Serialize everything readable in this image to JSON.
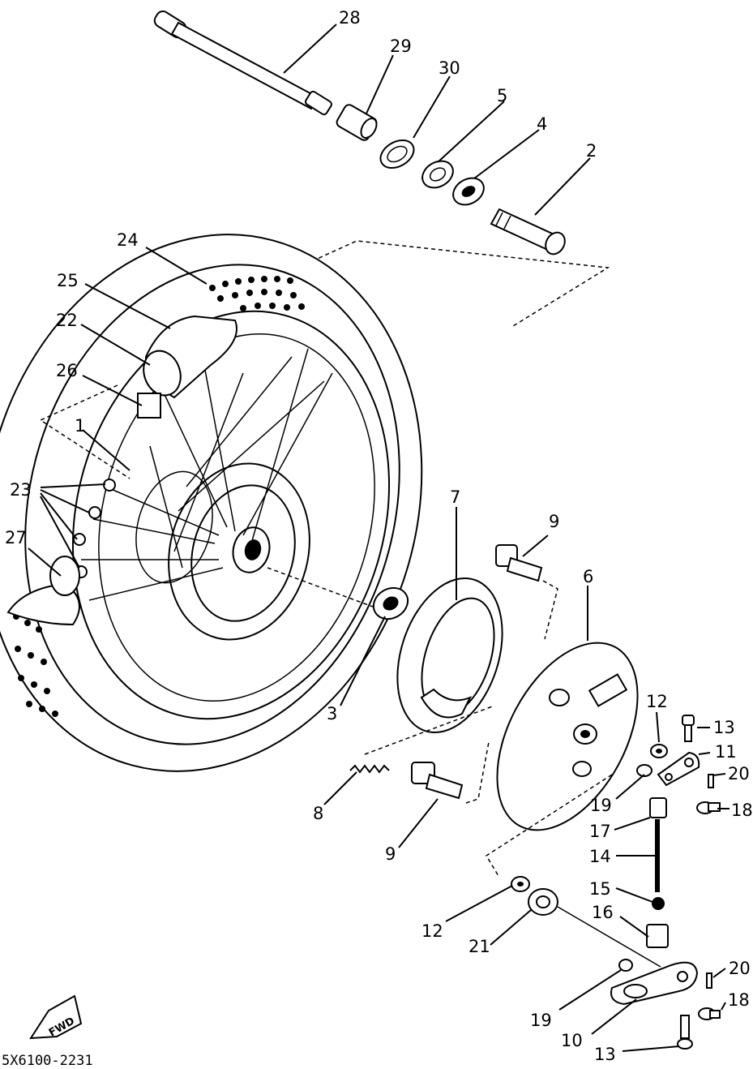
{
  "callouts": [
    "28",
    "29",
    "30",
    "5",
    "4",
    "2",
    "24",
    "25",
    "22",
    "26",
    "1",
    "23",
    "27",
    "7",
    "9",
    "6",
    "3",
    "8",
    "9",
    "12",
    "13",
    "11",
    "20",
    "19",
    "18",
    "17",
    "14",
    "15",
    "16",
    "12",
    "21",
    "20",
    "18",
    "19",
    "10",
    "13"
  ],
  "diagram_code": "5X6100-2231",
  "fwd_mark": "FWD"
}
